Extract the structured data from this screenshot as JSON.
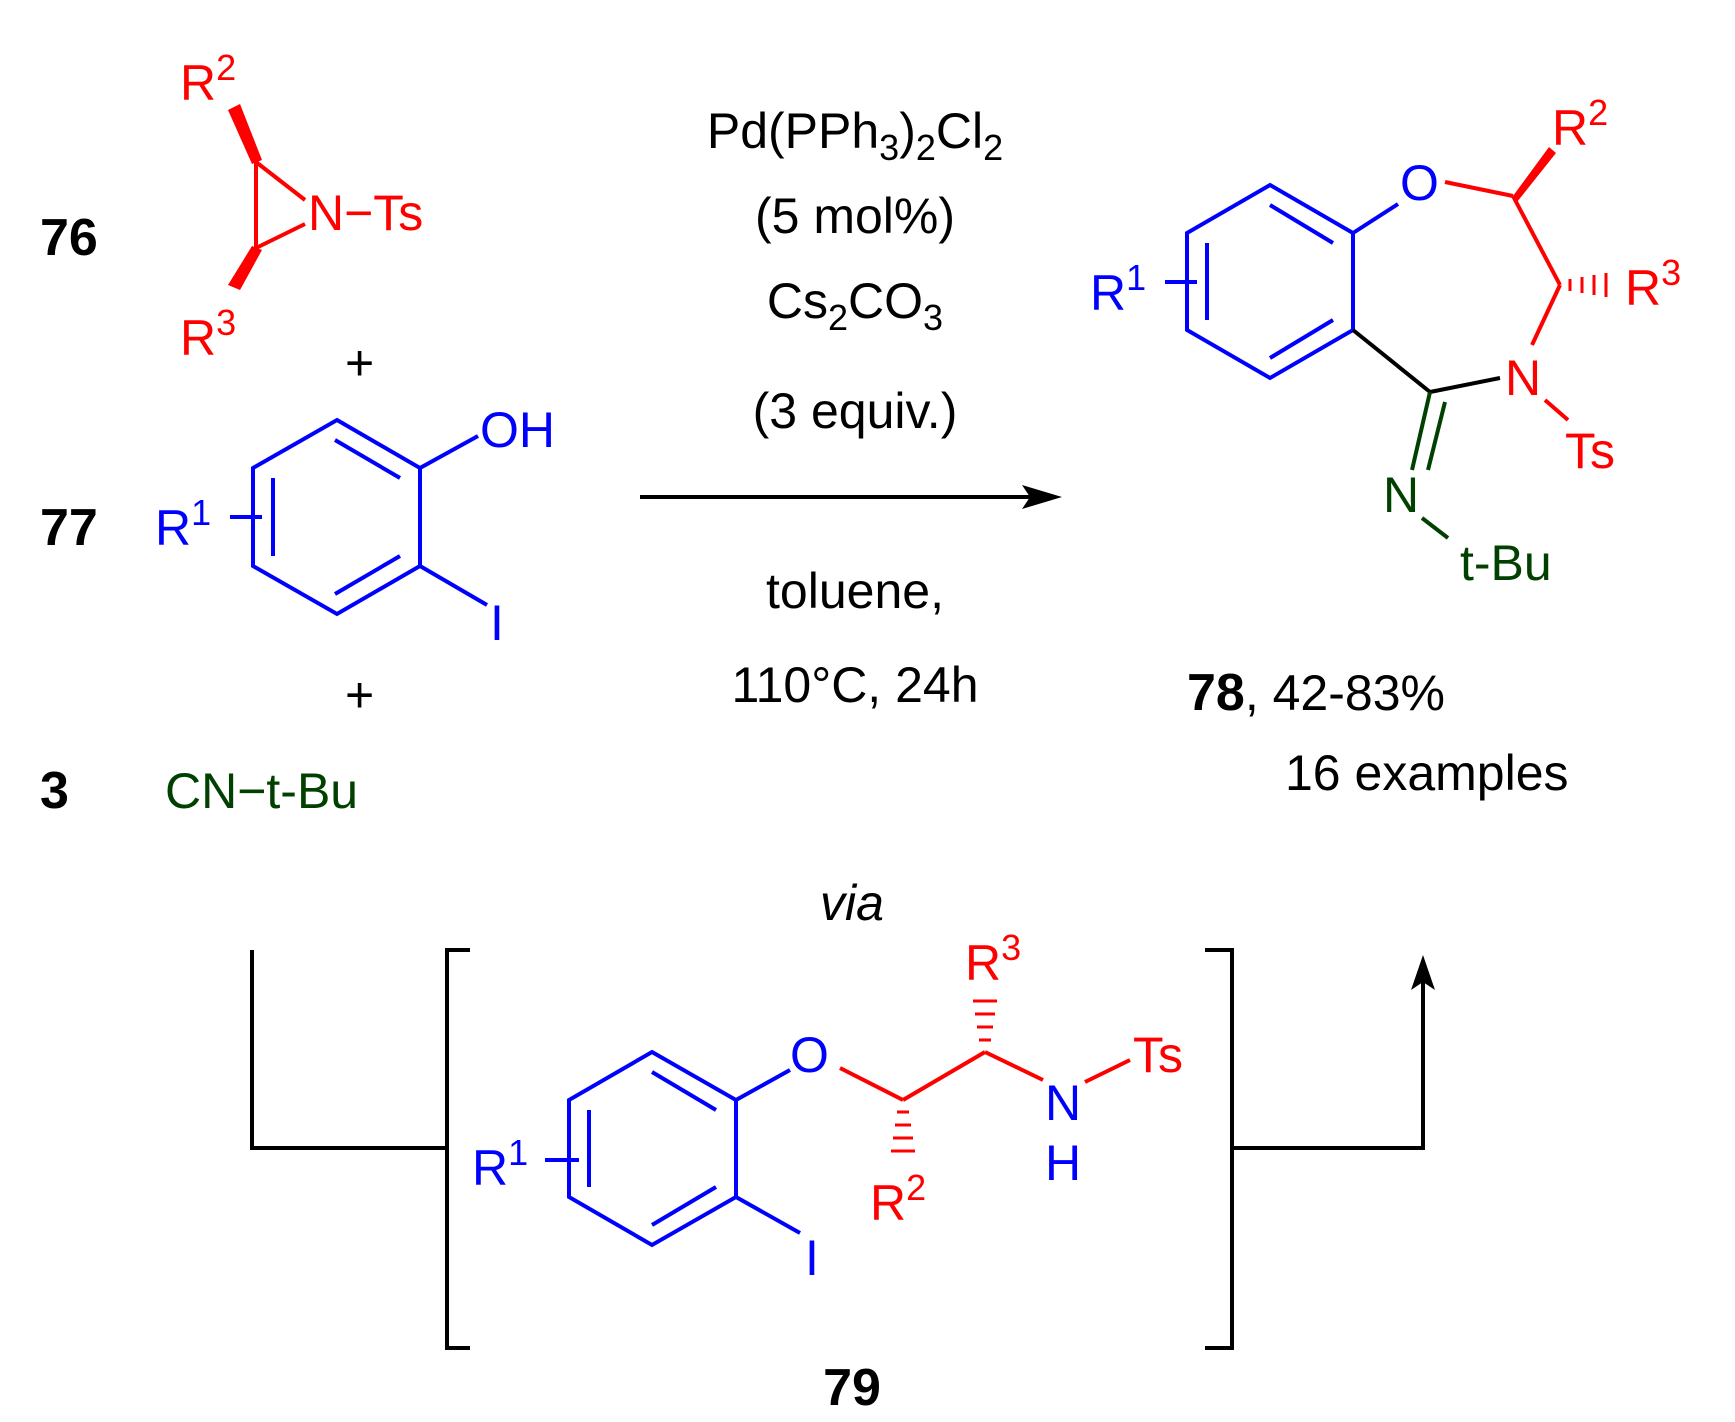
{
  "colors": {
    "aziridine": "#ff0000",
    "phenol": "#0000ff",
    "isocyanide": "#004000",
    "reagents": "#000000"
  },
  "compounds": {
    "c76": {
      "number": "76",
      "r2": "R",
      "r2_sup": "2",
      "r3": "R",
      "r3_sup": "3",
      "n_ts": "N−Ts"
    },
    "c77": {
      "number": "77",
      "r1": "R",
      "r1_sup": "1",
      "oh": "OH",
      "iodo": "I"
    },
    "c3": {
      "number": "3",
      "formula": "CN−t-Bu"
    },
    "plus": "+"
  },
  "conditions": {
    "catalyst": "Pd(PPh",
    "catalyst_sub1": "3",
    "catalyst_mid": ")",
    "catalyst_sub2": "2",
    "catalyst_end": "Cl",
    "catalyst_sub3": "2",
    "loading": "(5 mol%)",
    "base": "Cs",
    "base_sub1": "2",
    "base_mid": "CO",
    "base_sub2": "3",
    "base_equiv": "(3 equiv.)",
    "solvent": "toluene,",
    "temp_time": "110°C, 24h"
  },
  "product": {
    "number": "78",
    "yield": ", 42-83%",
    "examples": "16 examples",
    "o": "O",
    "r1": "R",
    "r1_sup": "1",
    "r2": "R",
    "r2_sup": "2",
    "r3": "R",
    "r3_sup": "3",
    "n": "N",
    "ts": "Ts",
    "n_imine": "N",
    "tbu": "t-Bu"
  },
  "intermediate": {
    "via": "via",
    "number": "79",
    "o": "O",
    "r1": "R",
    "r1_sup": "1",
    "r2": "R",
    "r2_sup": "2",
    "r3": "R",
    "r3_sup": "3",
    "n": "N",
    "h": "H",
    "ts": "Ts",
    "iodo": "I"
  }
}
